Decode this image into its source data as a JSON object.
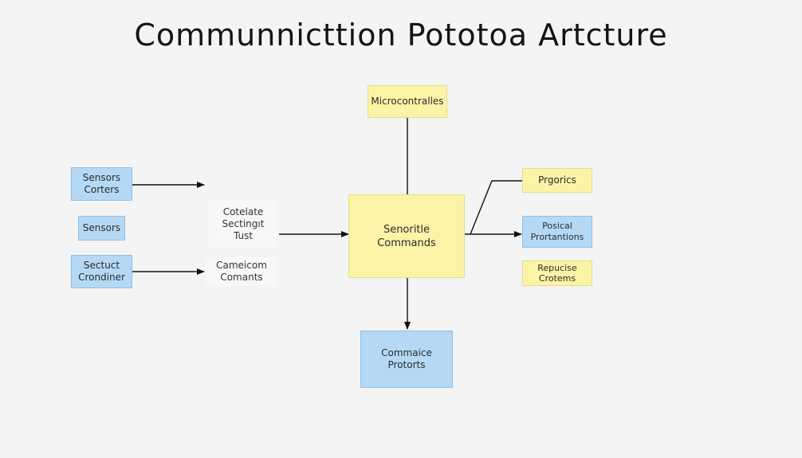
{
  "title": "Communnicttion Pototoa Artcture",
  "colors": {
    "background": "#f4f4f4",
    "blue_box": "#b5d9f5",
    "yellow_box": "#fbf4a6",
    "line": "#111111"
  },
  "nodes": {
    "microcontrollers": {
      "lines": [
        "Microcontralles"
      ]
    },
    "sensors_corters": {
      "lines": [
        "Sensors",
        "Corters"
      ]
    },
    "sensors": {
      "lines": [
        "Sensors"
      ]
    },
    "sectuct_crondiner": {
      "lines": [
        "Sectuct",
        "Crondiner"
      ]
    },
    "cotelate": {
      "lines": [
        "Cotelate",
        "Sectingıt",
        "Tust"
      ]
    },
    "cameicom": {
      "lines": [
        "Cameicom",
        "Comants"
      ]
    },
    "senoritle": {
      "lines": [
        "Senoritle",
        "Commands"
      ]
    },
    "prgorics": {
      "lines": [
        "Prgorics"
      ]
    },
    "posical": {
      "lines": [
        "Posical",
        "Prortantions"
      ]
    },
    "repucise": {
      "lines": [
        "Repucise",
        "Crotems"
      ]
    },
    "commaice": {
      "lines": [
        "Commaice",
        "Protorts"
      ]
    }
  },
  "edges": [
    {
      "from": "sensors_corters",
      "to": "cotelate"
    },
    {
      "from": "sectuct_crondiner",
      "to": "cameicom"
    },
    {
      "from": "cotelate",
      "to": "senoritle"
    },
    {
      "from": "microcontrollers",
      "to": "senoritle"
    },
    {
      "from": "senoritle",
      "to": "commaice"
    },
    {
      "from": "senoritle",
      "to": "prgorics"
    },
    {
      "from": "senoritle",
      "to": "posical"
    }
  ]
}
